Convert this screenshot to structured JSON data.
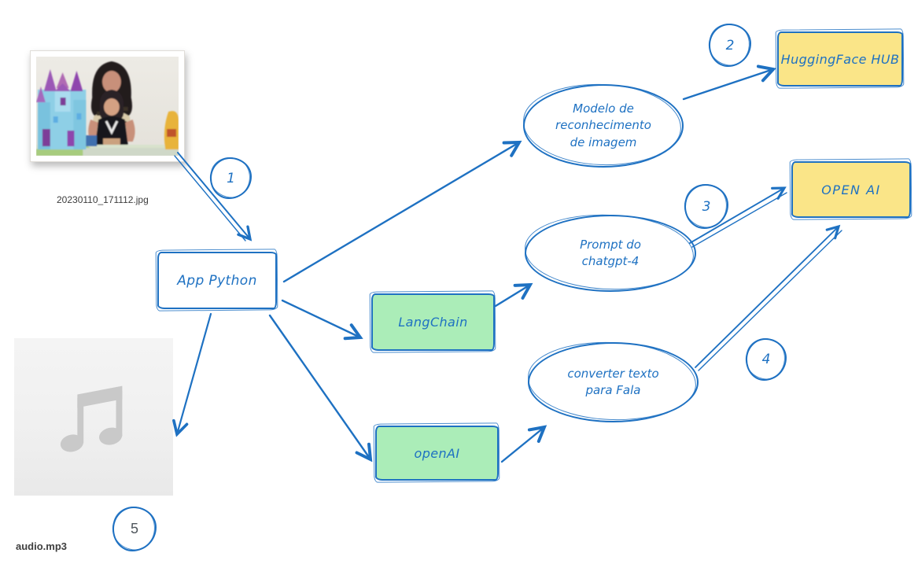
{
  "palette": {
    "stroke_blue": "#1e71c2",
    "fill_yellow": "#fae588",
    "fill_green": "#abedb8",
    "badge5_text": "#4f565c",
    "music_icon_grey": "#c9c9c9",
    "caption_text": "#3d3d3d"
  },
  "files": {
    "image_caption": "20230110_171112.jpg",
    "audio_caption": "audio.mp3"
  },
  "nodes": {
    "app_python": {
      "label": "App Python",
      "fill": "white"
    },
    "modelo": {
      "lines": [
        "Modelo de",
        "reconhecimento",
        "de imagem"
      ]
    },
    "huggingface_hub": {
      "label": "HuggingFace HUB",
      "fill": "yellow"
    },
    "prompt_chatgpt4": {
      "lines": [
        "Prompt do",
        "chatgpt-4"
      ]
    },
    "open_ai": {
      "label": "OPEN AI",
      "fill": "yellow"
    },
    "langchain": {
      "label": "LangChain",
      "fill": "green"
    },
    "openai_lib": {
      "label": "openAI",
      "fill": "green"
    },
    "converter_tts": {
      "lines": [
        "converter texto",
        "para Fala"
      ]
    }
  },
  "badges": {
    "b1": "1",
    "b2": "2",
    "b3": "3",
    "b4": "4",
    "b5": "5"
  },
  "icons": {
    "music_note": "music-note-icon",
    "photo": "photo-thumbnail"
  }
}
